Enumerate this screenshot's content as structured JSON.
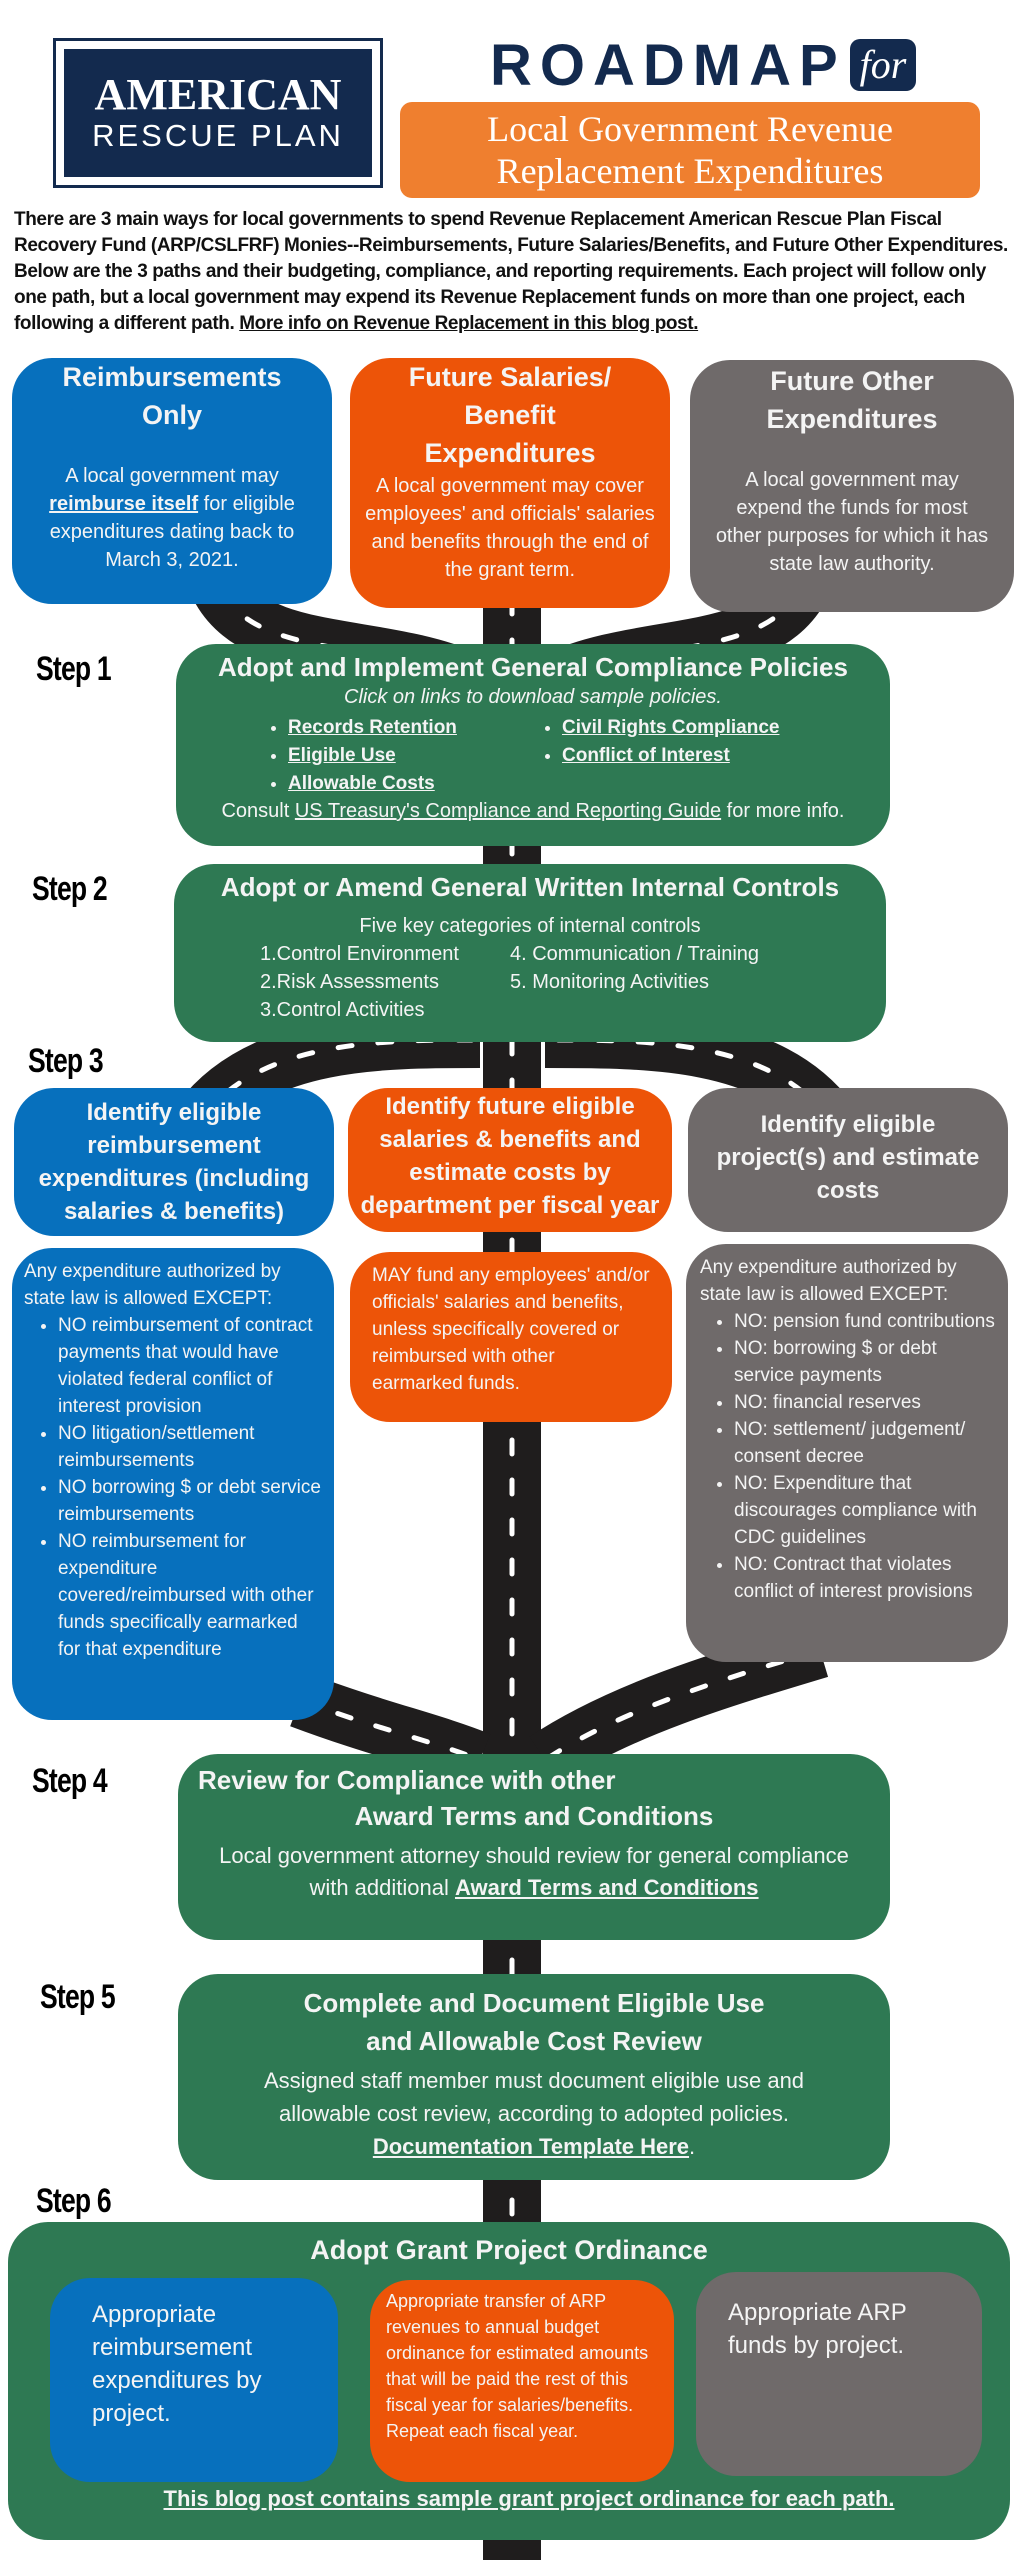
{
  "logo": {
    "line1": "AMERICAN",
    "line2": "RESCUE PLAN"
  },
  "title": {
    "roadmap": "ROADMAP",
    "for": "for",
    "subtitle_line1": "Local Government Revenue",
    "subtitle_line2": "Replacement Expenditures"
  },
  "intro": {
    "text": "There are 3 main ways for local governments to spend Revenue Replacement American Rescue Plan Fiscal Recovery Fund (ARP/CSLFRF) Monies--Reimbursements, Future Salaries/Benefits, and Future Other Expenditures. Below are the 3 paths and their budgeting, compliance, and reporting requirements. Each project will follow only one path, but a local government may expend its Revenue Replacement funds on more than one project, each following a different path. ",
    "link": "More info on Revenue Replacement in this blog post."
  },
  "paths": [
    {
      "title": "Reimbursements Only",
      "desc_pre": "A local government may ",
      "desc_link": "reimburse itself",
      "desc_post": " for eligible expenditures dating back to March 3, 2021."
    },
    {
      "title": "Future Salaries/ Benefit Expenditures",
      "desc": "A local government may cover employees' and officials' salaries and benefits through the end of the grant term."
    },
    {
      "title": "Future Other Expenditures",
      "desc": "A local government may expend the funds for most other purposes for which it has state law authority."
    }
  ],
  "steps": {
    "s1": {
      "label": "Step 1",
      "title": "Adopt and Implement General Compliance Policies",
      "subtitle": "Click on links to download sample policies.",
      "links_col1": [
        "Records Retention",
        "Eligible Use",
        "Allowable Costs"
      ],
      "links_col2": [
        "Civil Rights Compliance",
        "Conflict of Interest"
      ],
      "footer_pre": "Consult ",
      "footer_link": "US Treasury's Compliance and Reporting Guide",
      "footer_post": " for more info."
    },
    "s2": {
      "label": "Step 2",
      "title": "Adopt or Amend General Written Internal Controls",
      "subtitle": "Five key categories of internal controls",
      "col1": [
        "1.Control Environment",
        "2.Risk Assessments",
        "3.Control Activities"
      ],
      "col2": [
        "4. Communication / Training",
        "5. Monitoring Activities"
      ]
    },
    "s3": {
      "label": "Step 3",
      "headers": [
        "Identify eligible reimbursement expenditures (including salaries & benefits)",
        "Identify future eligible salaries & benefits and estimate costs by department per fiscal year",
        "Identify eligible project(s) and estimate costs"
      ],
      "blue_intro": "Any expenditure authorized by state law is allowed EXCEPT:",
      "blue_items": [
        "NO reimbursement of contract payments that would have violated federal conflict of interest provision",
        "NO litigation/settlement reimbursements",
        "NO borrowing $ or debt service reimbursements",
        "NO reimbursement for expenditure covered/reimbursed with other funds specifically earmarked for that expenditure"
      ],
      "orange_text": "MAY fund any employees' and/or officials' salaries and benefits, unless specifically covered or reimbursed with other earmarked funds.",
      "gray_intro": "Any expenditure authorized by state law is allowed EXCEPT:",
      "gray_items": [
        "NO: pension fund contributions",
        "NO: borrowing $ or debt service payments",
        "NO: financial reserves",
        "NO: settlement/ judgement/ consent decree",
        "NO: Expenditure that discourages compliance with CDC guidelines",
        "NO: Contract that violates conflict of interest provisions"
      ]
    },
    "s4": {
      "label": "Step 4",
      "title_line1": "Review for Compliance with other",
      "title_line2": "Award Terms and Conditions",
      "body_pre": "Local government attorney should review for  general compliance with additional ",
      "body_link": "Award Terms and Conditions"
    },
    "s5": {
      "label": "Step 5",
      "title": "Complete and Document Eligible Use and Allowable Cost Review",
      "body": "Assigned staff member must document eligible use and allowable cost review, according to adopted policies.",
      "link": "Documentation Template Here",
      "link_post": "."
    },
    "s6": {
      "label": "Step 6",
      "title": "Adopt Grant Project Ordinance",
      "blue": "Appropriate reimbursement expenditures by project.",
      "orange": "Appropriate transfer of ARP revenues to annual budget ordinance for estimated amounts that will be paid the rest of this fiscal year for salaries/benefits. Repeat each fiscal year.",
      "gray": "Appropriate ARP funds by project.",
      "footer_link": "This blog post contains sample grant project ordinance for each path."
    }
  },
  "colors": {
    "blue": "#0770bd",
    "orange": "#ed5408",
    "gray": "#6f6a6a",
    "green": "#2e7953",
    "navy": "#132a4e",
    "title_orange": "#ef7f2f",
    "road": "#1f1d1d"
  }
}
